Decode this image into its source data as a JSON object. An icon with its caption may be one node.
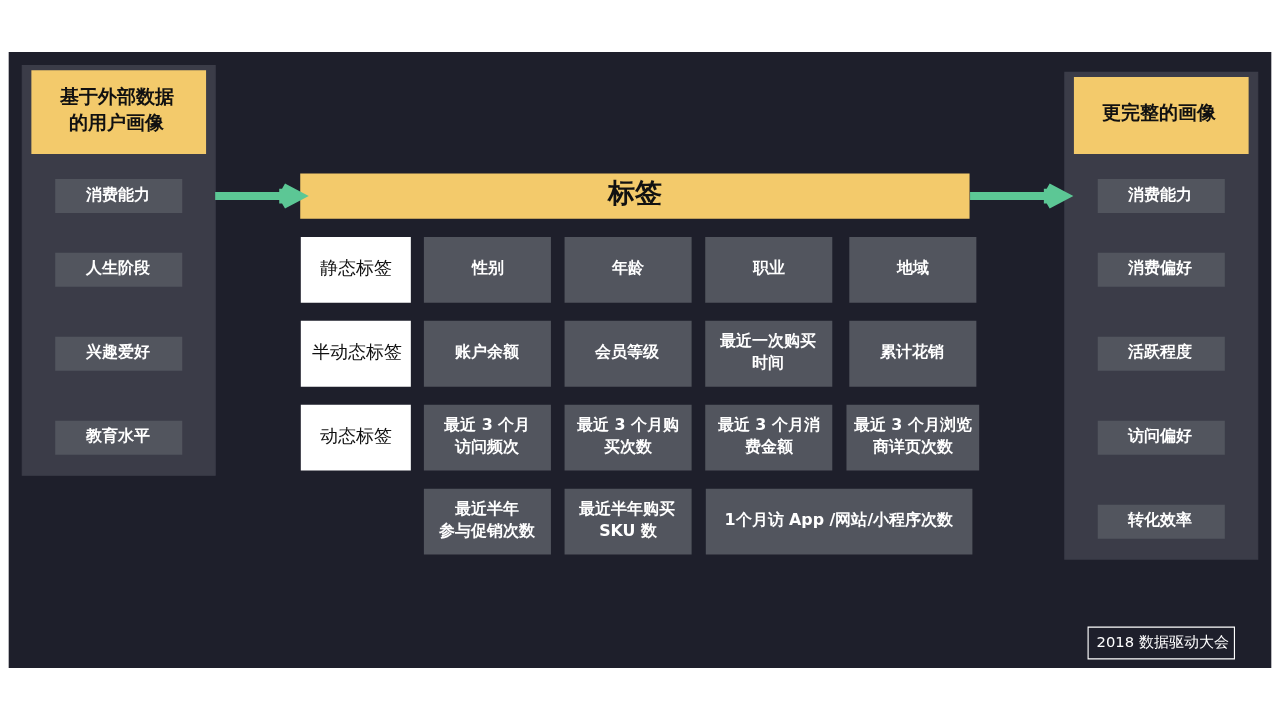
{
  "diagram": {
    "nodes": [
      {
        "text": [
          "基于外部数据的用户画像"
        ]
      },
      {
        "text": [
          "消费能力"
        ],
        "in": 0
      },
      {
        "text": [
          "人生阶段"
        ],
        "in": 0
      },
      {
        "text": [
          "兴趣爱好"
        ],
        "in": 0
      },
      {
        "text": [
          "教育水平"
        ],
        "in": 0
      },
      {
        "text": [
          "标签"
        ]
      },
      {
        "text": [
          "静态标签"
        ]
      },
      {
        "text": [
          "性别"
        ]
      },
      {
        "text": [
          "年龄"
        ]
      },
      {
        "text": [
          "职业"
        ]
      },
      {
        "text": [
          "地域"
        ]
      },
      {
        "text": [
          "半动态标签"
        ]
      },
      {
        "text": [
          "账户余额"
        ]
      },
      {
        "text": [
          "会员等级"
        ]
      },
      {
        "text": [
          "最近一次购买时间"
        ]
      },
      {
        "text": [
          "累计花销"
        ]
      },
      {
        "text": [
          "动态标签"
        ]
      },
      {
        "text": [
          "最近 3 个月访问频次"
        ]
      },
      {
        "text": [
          "最近 3 个月购买次数"
        ]
      },
      {
        "text": [
          "最近 3 个月消费金额"
        ]
      },
      {
        "text": [
          "最近 3 个月浏览商详页次数"
        ]
      },
      {
        "text": [
          "最近半年参与促销次数"
        ]
      },
      {
        "text": [
          "最近半年购买SKU 数"
        ]
      },
      {
        "text": [
          "1个月访 App /网站/小程序次数"
        ]
      },
      {
        "text": [
          "更完整的画像"
        ]
      },
      {
        "text": [
          "消费能力"
        ],
        "in": 24
      },
      {
        "text": [
          "消费偏好"
        ],
        "in": 24
      },
      {
        "text": [
          "活跃程度"
        ],
        "in": 24
      },
      {
        "text": [
          "访问偏好"
        ],
        "in": 24
      },
      {
        "text": [
          "转化效率"
        ],
        "in": 24
      }
    ],
    "edges": [
      {
        "from": 0,
        "to": 5,
        "arrow": "to"
      },
      {
        "from": 5,
        "to": 24,
        "arrow": "to"
      }
    ],
    "labels": [
      "2018 数据驱动大会"
    ]
  }
}
